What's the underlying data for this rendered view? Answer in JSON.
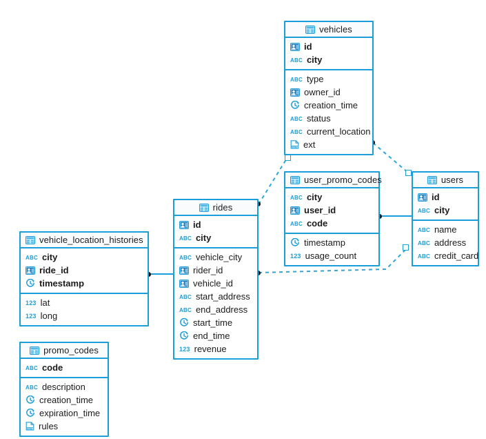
{
  "diagram": {
    "title": "database-schema-er-diagram",
    "accent_color": "#1a9dd9",
    "header_bg": "#fafbfc",
    "text_color": "#1b1b1b",
    "endpoint_dot_color": "#0d0d0d"
  },
  "icon_names": {
    "table": "table-icon",
    "key": "key-identity-icon",
    "string": "abc-string-icon",
    "number": "123-number-icon",
    "timestamp": "clock-timestamp-icon",
    "json": "json-document-icon"
  },
  "tables": [
    {
      "id": "vehicles",
      "name": "vehicles",
      "primary_keys": [
        {
          "label": "id",
          "type_icon": "key"
        },
        {
          "label": "city",
          "type_icon": "string"
        }
      ],
      "columns": [
        {
          "label": "type",
          "type_icon": "string"
        },
        {
          "label": "owner_id",
          "type_icon": "key"
        },
        {
          "label": "creation_time",
          "type_icon": "timestamp"
        },
        {
          "label": "status",
          "type_icon": "string"
        },
        {
          "label": "current_location",
          "type_icon": "string"
        },
        {
          "label": "ext",
          "type_icon": "json"
        }
      ]
    },
    {
      "id": "user_promo_codes",
      "name": "user_promo_codes",
      "primary_keys": [
        {
          "label": "city",
          "type_icon": "string"
        },
        {
          "label": "user_id",
          "type_icon": "key"
        },
        {
          "label": "code",
          "type_icon": "string"
        }
      ],
      "columns": [
        {
          "label": "timestamp",
          "type_icon": "timestamp"
        },
        {
          "label": "usage_count",
          "type_icon": "number"
        }
      ]
    },
    {
      "id": "users",
      "name": "users",
      "primary_keys": [
        {
          "label": "id",
          "type_icon": "key"
        },
        {
          "label": "city",
          "type_icon": "string"
        }
      ],
      "columns": [
        {
          "label": "name",
          "type_icon": "string"
        },
        {
          "label": "address",
          "type_icon": "string"
        },
        {
          "label": "credit_card",
          "type_icon": "string"
        }
      ]
    },
    {
      "id": "rides",
      "name": "rides",
      "primary_keys": [
        {
          "label": "id",
          "type_icon": "key"
        },
        {
          "label": "city",
          "type_icon": "string"
        }
      ],
      "columns": [
        {
          "label": "vehicle_city",
          "type_icon": "string"
        },
        {
          "label": "rider_id",
          "type_icon": "key"
        },
        {
          "label": "vehicle_id",
          "type_icon": "key"
        },
        {
          "label": "start_address",
          "type_icon": "string"
        },
        {
          "label": "end_address",
          "type_icon": "string"
        },
        {
          "label": "start_time",
          "type_icon": "timestamp"
        },
        {
          "label": "end_time",
          "type_icon": "timestamp"
        },
        {
          "label": "revenue",
          "type_icon": "number"
        }
      ]
    },
    {
      "id": "vehicle_location_histories",
      "name": "vehicle_location_histories",
      "primary_keys": [
        {
          "label": "city",
          "type_icon": "string"
        },
        {
          "label": "ride_id",
          "type_icon": "key"
        },
        {
          "label": "timestamp",
          "type_icon": "timestamp"
        }
      ],
      "columns": [
        {
          "label": "lat",
          "type_icon": "number"
        },
        {
          "label": "long",
          "type_icon": "number"
        }
      ]
    },
    {
      "id": "promo_codes",
      "name": "promo_codes",
      "primary_keys": [
        {
          "label": "code",
          "type_icon": "string"
        }
      ],
      "columns": [
        {
          "label": "description",
          "type_icon": "string"
        },
        {
          "label": "creation_time",
          "type_icon": "timestamp"
        },
        {
          "label": "expiration_time",
          "type_icon": "timestamp"
        },
        {
          "label": "rules",
          "type_icon": "json"
        }
      ]
    }
  ],
  "relationships": [
    {
      "id": "vehicles-users",
      "from": "vehicles",
      "to": "users",
      "style": "dashed"
    },
    {
      "id": "rides-vehicles",
      "from": "rides",
      "to": "vehicles",
      "style": "dashed"
    },
    {
      "id": "user_promo_codes-users",
      "from": "user_promo_codes",
      "to": "users",
      "style": "solid"
    },
    {
      "id": "rides-users",
      "from": "rides",
      "to": "users",
      "style": "dashed"
    },
    {
      "id": "vehicle_location_histories-rides",
      "from": "vehicle_location_histories",
      "to": "rides",
      "style": "solid"
    }
  ]
}
